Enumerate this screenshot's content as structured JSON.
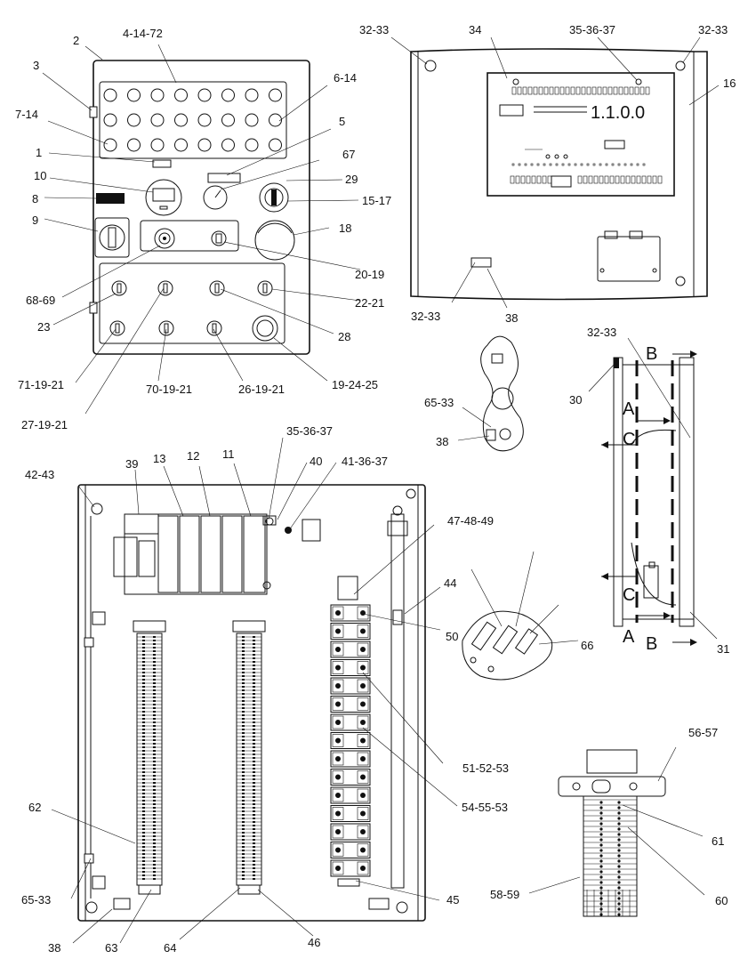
{
  "callouts": {
    "c2": "2",
    "c4_14_72": "4-14-72",
    "c3": "3",
    "c6_14": "6-14",
    "c7_14": "7-14",
    "c5": "5",
    "c1": "1",
    "c67": "67",
    "c10": "10",
    "c29": "29",
    "c8": "8",
    "c15_17": "15-17",
    "c9": "9",
    "c18": "18",
    "c20_19": "20-19",
    "c68_69": "68-69",
    "c22_21": "22-21",
    "c23": "23",
    "c28": "28",
    "c71_19_21": "71-19-21",
    "c70_19_21": "70-19-21",
    "c26_19_21": "26-19-21",
    "c19_24_25": "19-24-25",
    "c27_19_21": "27-19-21",
    "c32_33_a": "32-33",
    "c34": "34",
    "c35_36_37_a": "35-36-37",
    "c32_33_b": "32-33",
    "c16": "16",
    "c32_33_c": "32-33",
    "c38_a": "38",
    "c65_33_a": "65-33",
    "c38_b": "38",
    "c32_33_d": "32-33",
    "c30": "30",
    "c31": "31",
    "c42_43": "42-43",
    "c39": "39",
    "c13": "13",
    "c12": "12",
    "c11": "11",
    "c35_36_37_b": "35-36-37",
    "c40": "40",
    "c41_36_37": "41-36-37",
    "c47_48_49": "47-48-49",
    "c44": "44",
    "c50": "50",
    "c66": "66",
    "c51_52_53": "51-52-53",
    "c54_55_53": "54-55-53",
    "c62": "62",
    "c65_33_b": "65-33",
    "c45": "45",
    "c38_c": "38",
    "c63": "63",
    "c64": "64",
    "c46": "46",
    "c56_57": "56-57",
    "c61": "61",
    "c60": "60",
    "c58_59": "58-59"
  },
  "section_letters": {
    "A": "A",
    "B": "B",
    "C": "C"
  },
  "display_readout": "1.1.0.0"
}
